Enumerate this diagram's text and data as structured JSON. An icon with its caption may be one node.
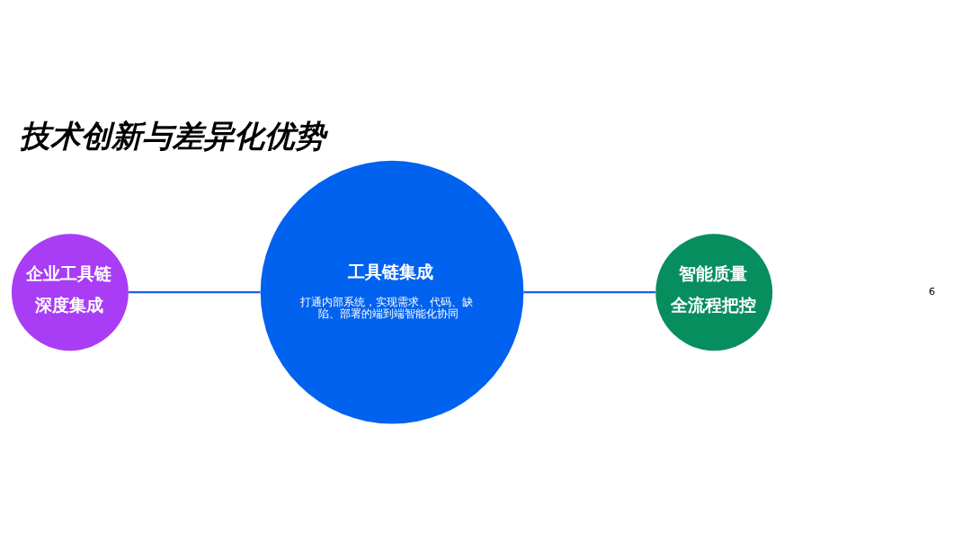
{
  "diagram": {
    "title": "技术创新与差异化优势",
    "nodes": [
      {
        "text": [
          "企业工具链",
          "深度集成"
        ]
      },
      {
        "text": [
          "工具链集成",
          "打通内部系统，实现需求、代码、缺陷、部署的端到端智能化协同"
        ]
      },
      {
        "text": [
          "智能质量",
          "全流程把控"
        ]
      }
    ],
    "edges": [
      {
        "from": 0,
        "to": 1,
        "arrow": "none"
      },
      {
        "from": 1,
        "to": 2,
        "arrow": "none"
      }
    ],
    "labels": [
      "6"
    ]
  }
}
